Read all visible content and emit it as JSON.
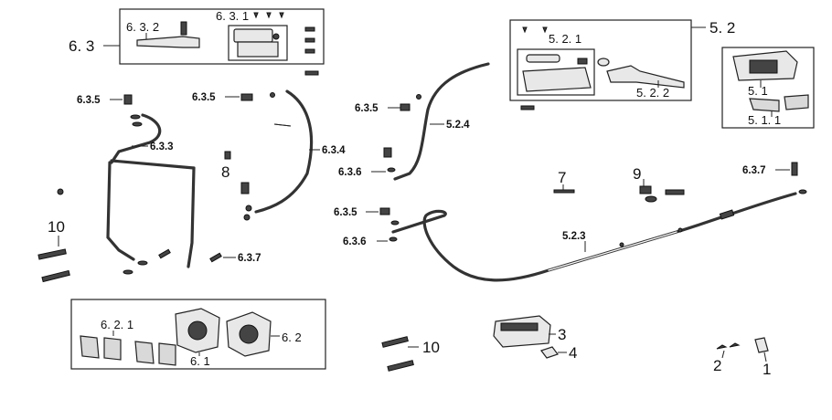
{
  "labels": {
    "l_6_3": "6. 3",
    "l_6_3_2": "6. 3. 2",
    "l_6_3_1": "6. 3. 1",
    "l_5_2": "5. 2",
    "l_5_2_1": "5. 2. 1",
    "l_5_2_2": "5. 2. 2",
    "l_5_1": "5. 1",
    "l_5_1_1": "5. 1. 1",
    "l_6_3_5_a": "6.3.5",
    "l_6_3_5_b": "6.3.5",
    "l_6_3_5_c": "6.3.5",
    "l_6_3_5_d": "6.3.5",
    "l_6_3_3": "6.3.3",
    "l_6_3_4": "6.3.4",
    "l_8": "8",
    "l_5_2_4": "5.2.4",
    "l_6_3_6_a": "6.3.6",
    "l_6_3_6_b": "6.3.6",
    "l_7": "7",
    "l_9": "9",
    "l_6_3_7_a": "6.3.7",
    "l_6_3_7_b": "6.3.7",
    "l_10_a": "10",
    "l_10_b": "10",
    "l_5_2_3": "5.2.3",
    "l_6_2_1": "6. 2. 1",
    "l_6_2": "6. 2",
    "l_6_1": "6. 1",
    "l_3": "3",
    "l_4": "4",
    "l_2": "2",
    "l_1": "1"
  }
}
